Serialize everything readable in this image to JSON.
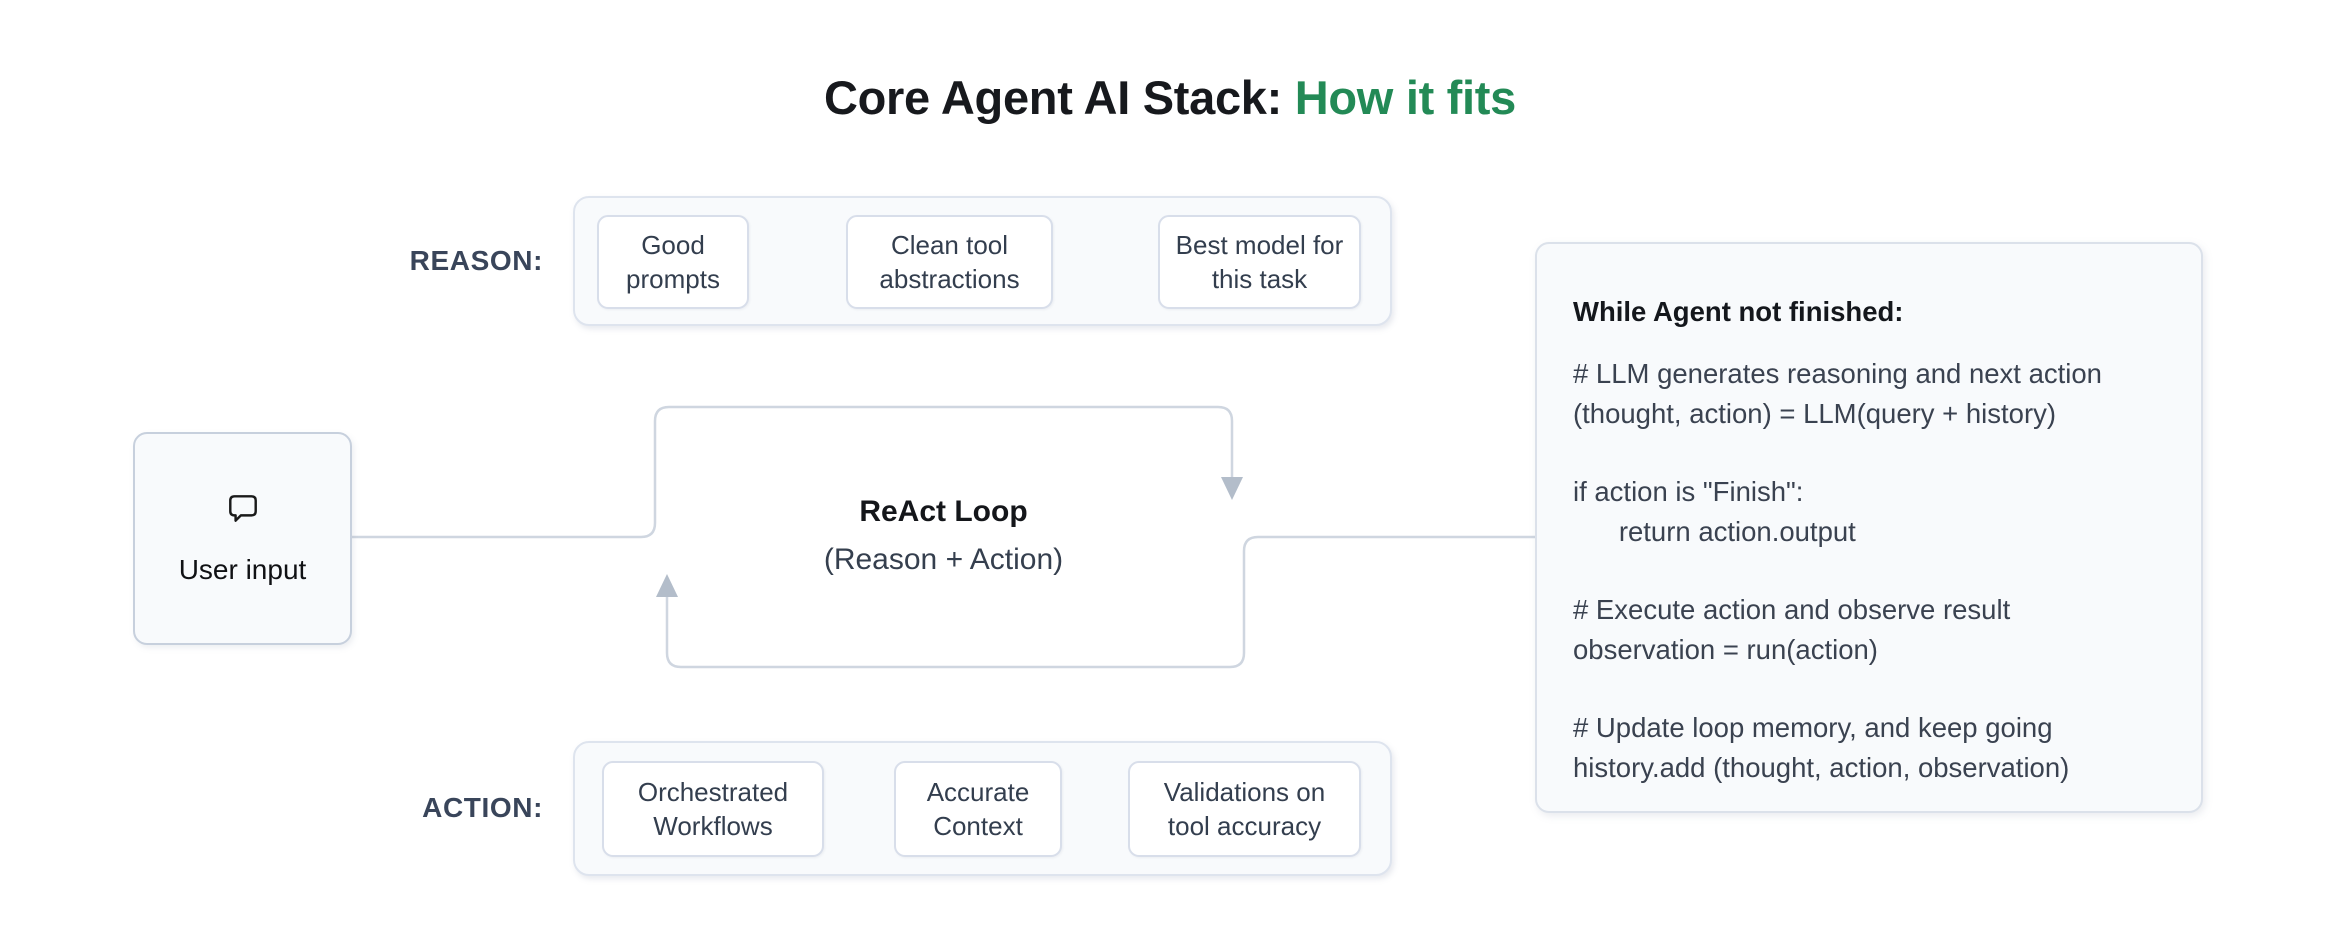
{
  "title": {
    "prefix": "Core Agent AI Stack: ",
    "highlight": "How it fits"
  },
  "colors": {
    "accent_green": "#238a56",
    "connector_line": "#cfd6e0",
    "arrowhead": "#b3bdca",
    "panel_background": "#f8fafc"
  },
  "reason_row": {
    "label": "REASON:",
    "chips": [
      "Good prompts",
      "Clean tool abstractions",
      "Best model for this task"
    ]
  },
  "action_row": {
    "label": "ACTION:",
    "chips": [
      "Orchestrated Workflows",
      "Accurate Context",
      "Validations on tool accuracy"
    ]
  },
  "user_input": {
    "icon": "chat-bubble-icon",
    "label": "User input"
  },
  "react_loop": {
    "title": "ReAct Loop",
    "subtitle": "(Reason + Action)"
  },
  "code_panel": {
    "heading": "While Agent not finished:",
    "groups": [
      [
        "# LLM generates reasoning and next action",
        "(thought, action) = LLM(query + history)"
      ],
      [
        "if action is \"Finish\":",
        "      return action.output"
      ],
      [
        "# Execute action and observe result",
        "observation = run(action)"
      ],
      [
        "# Update loop memory, and keep going",
        "history.add (thought, action, observation)"
      ]
    ]
  }
}
